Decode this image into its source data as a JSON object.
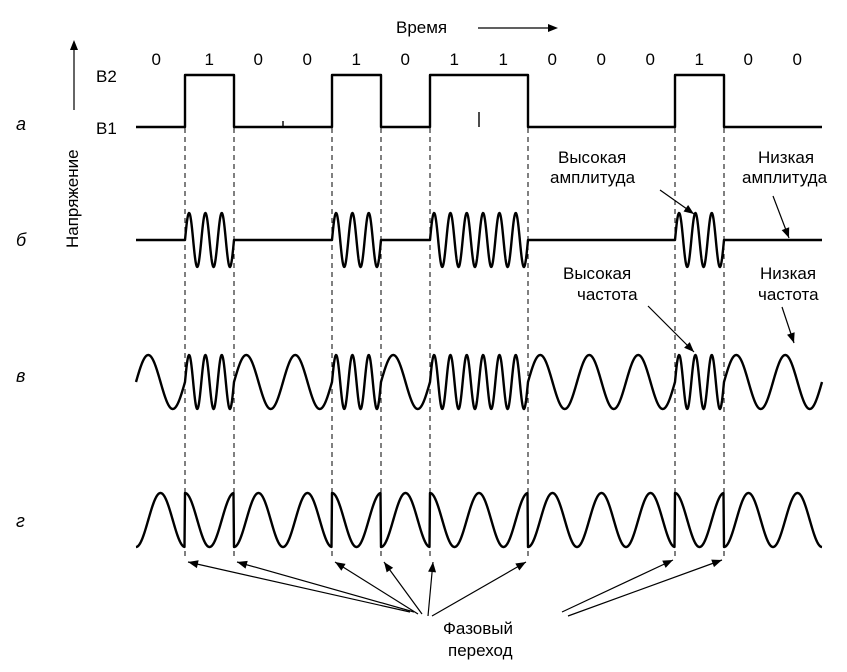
{
  "time_label": "Время",
  "voltage_label": "Напряжение",
  "levels": {
    "high": "В2",
    "low": "В1"
  },
  "bits": [
    "0",
    "1",
    "0",
    "0",
    "1",
    "0",
    "1",
    "1",
    "0",
    "0",
    "0",
    "1",
    "0",
    "0"
  ],
  "rows": {
    "a": "а",
    "b": "б",
    "c": "в",
    "d": "г"
  },
  "annotations": {
    "high_amplitude": [
      "Высокая",
      "амплитуда"
    ],
    "low_amplitude": [
      "Низкая",
      "амплитуда"
    ],
    "high_frequency": [
      "Высокая",
      "частота"
    ],
    "low_frequency": [
      "Низкая",
      "частота"
    ],
    "phase_shift": [
      "Фазовый",
      "переход"
    ]
  }
}
